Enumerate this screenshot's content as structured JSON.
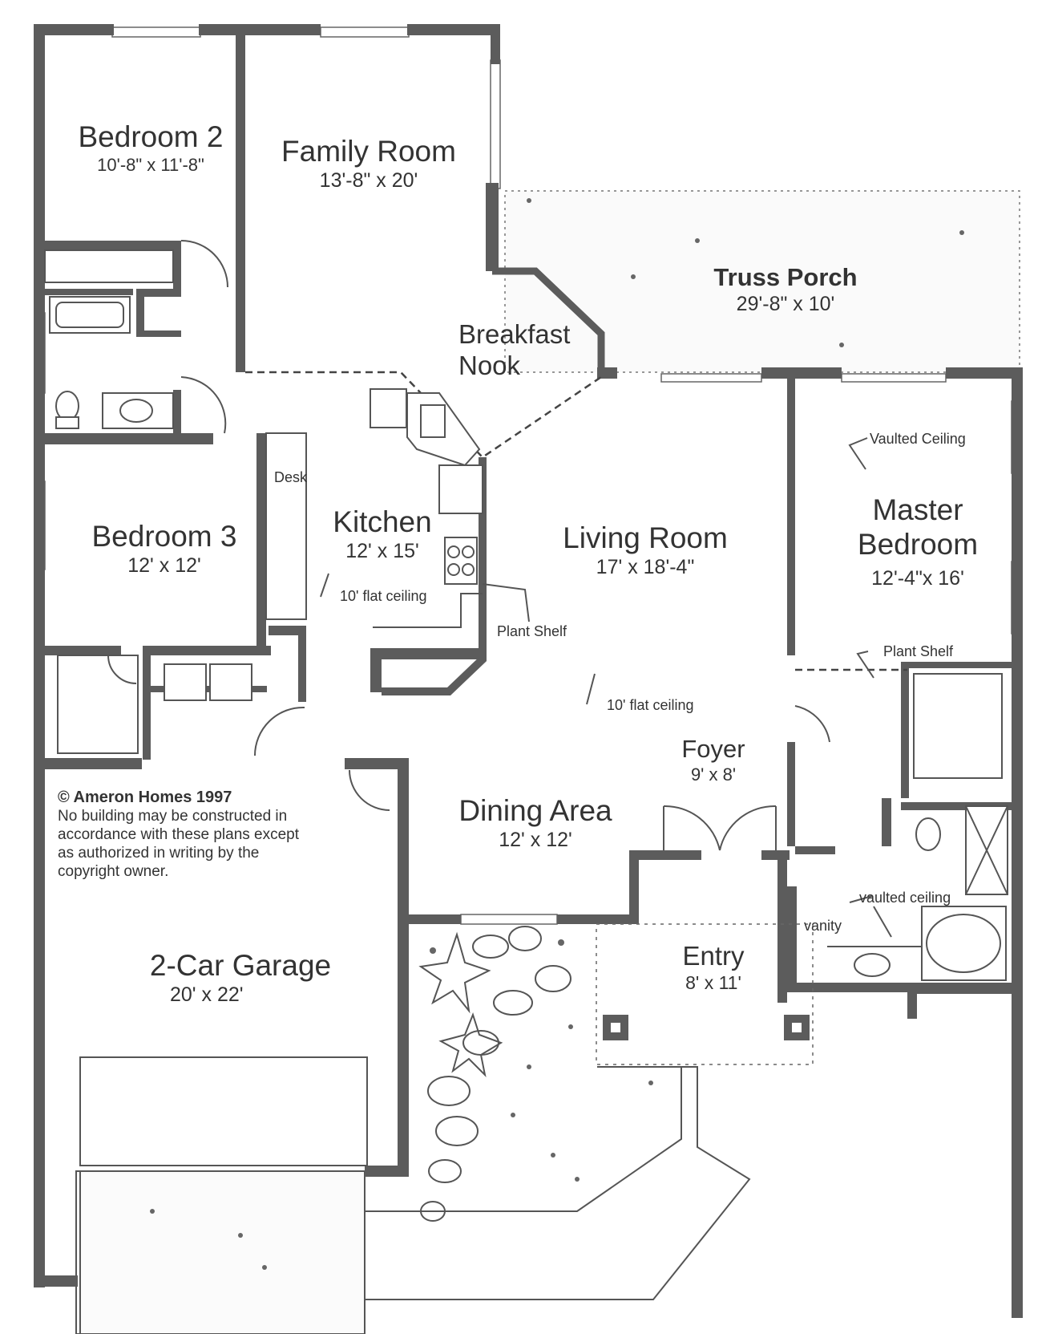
{
  "rooms": {
    "bedroom2": {
      "name": "Bedroom 2",
      "dims": "10'-8\" x 11'-8\""
    },
    "family_room": {
      "name": "Family Room",
      "dims": "13'-8\" x 20'"
    },
    "truss_porch": {
      "name": "Truss Porch",
      "dims": "29'-8\" x 10'"
    },
    "breakfast_nook": {
      "name_line1": "Breakfast",
      "name_line2": "Nook"
    },
    "bedroom3": {
      "name": "Bedroom 3",
      "dims": "12' x 12'"
    },
    "kitchen": {
      "name": "Kitchen",
      "dims": "12' x 15'"
    },
    "living_room": {
      "name": "Living Room",
      "dims": "17' x 18'-4\""
    },
    "master_bedroom": {
      "name_line1": "Master",
      "name_line2": "Bedroom",
      "dims": "12'-4\"x 16'"
    },
    "foyer": {
      "name": "Foyer",
      "dims": "9' x 8'"
    },
    "dining_area": {
      "name": "Dining Area",
      "dims": "12' x 12'"
    },
    "entry": {
      "name": "Entry",
      "dims": "8' x 11'"
    },
    "garage": {
      "name": "2-Car Garage",
      "dims": "20' x 22'"
    }
  },
  "notes": {
    "desk": "Desk",
    "kitchen_ceiling": "10' flat ceiling",
    "kitchen_plant_shelf": "Plant Shelf",
    "living_ceiling": "10' flat ceiling",
    "master_vaulted": "Vaulted Ceiling",
    "master_plant_shelf": "Plant Shelf",
    "bath_vaulted": "vaulted ceiling",
    "vanity": "vanity"
  },
  "copyright": {
    "heading": "© Ameron Homes 1997",
    "line1": "No building may be constructed in",
    "line2": "accordance with these plans except",
    "line3": "as authorized in writing by the",
    "line4": "copyright owner."
  }
}
